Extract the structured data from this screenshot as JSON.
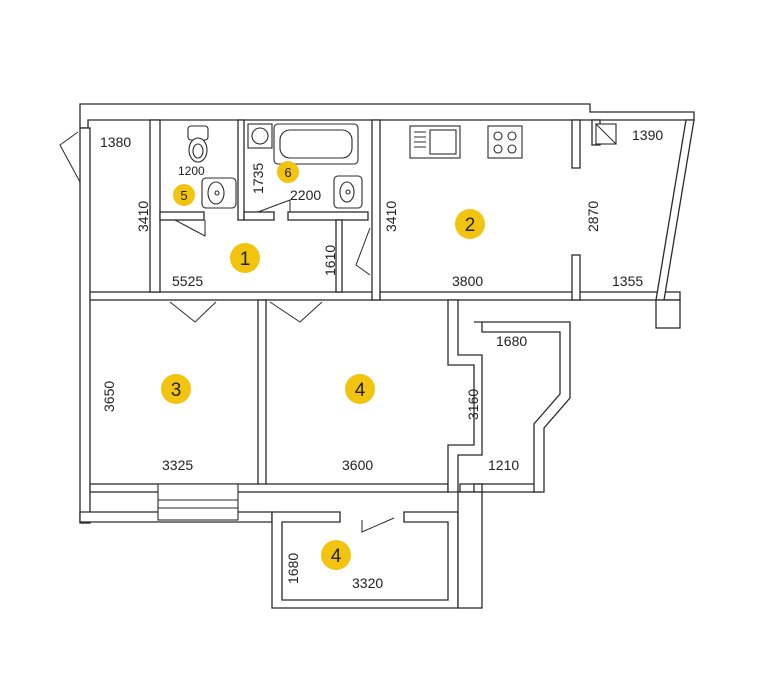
{
  "colors": {
    "badge": "#f2c40f",
    "wall": "#2b2b2b",
    "background": "#ffffff"
  },
  "rooms": {
    "r1": "1",
    "r2": "2",
    "r3": "3",
    "r4": "4",
    "r4b": "4",
    "r5": "5",
    "r6": "6"
  },
  "dimensions": {
    "d1380": "1380",
    "d1390": "1390",
    "d1200": "1200",
    "d1735": "1735",
    "d2200": "2200",
    "d3410a": "3410",
    "d3410b": "3410",
    "d2870": "2870",
    "d5525": "5525",
    "d1610": "1610",
    "d3800": "3800",
    "d1355": "1355",
    "d1680a": "1680",
    "d3650": "3650",
    "d3160": "3160",
    "d3325": "3325",
    "d3600": "3600",
    "d1210": "1210",
    "d1680b": "1680",
    "d3320": "3320"
  },
  "icons": [
    "toilet-icon",
    "sink-icon",
    "bathtub-icon",
    "kitchen-sink-icon",
    "stove-icon",
    "washing-machine-icon",
    "window-icon",
    "door-swing-icon"
  ]
}
